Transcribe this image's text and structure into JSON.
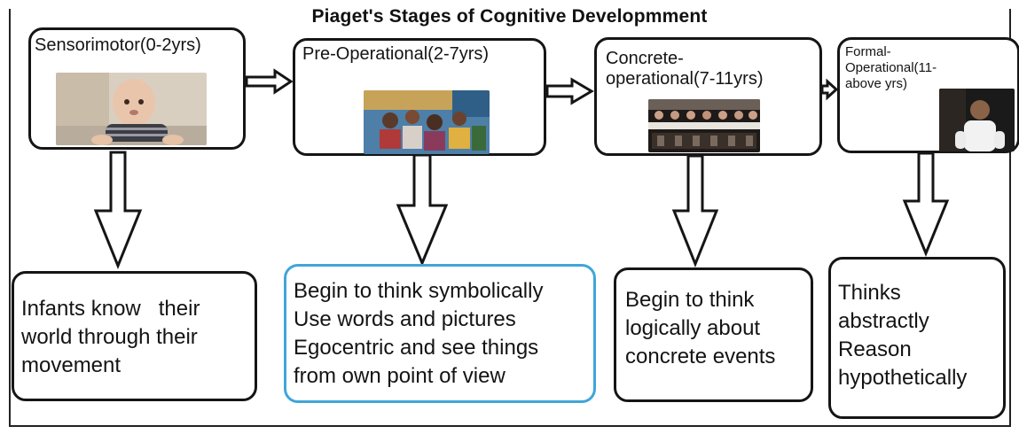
{
  "title": "Piaget's Stages of Cognitive Developmment",
  "stages": [
    {
      "label": "Sensorimotor(0-2yrs)",
      "photo": "infant-photo",
      "desc": [
        "Infants know   their",
        "world through their",
        "movement"
      ]
    },
    {
      "label": "Pre-Operational(2-7yrs)",
      "photo": "children-group-photo",
      "desc": [
        "Begin to think symbolically",
        "Use words and pictures",
        "Egocentric and see things",
        "from own point of view"
      ]
    },
    {
      "label": "Concrete-operational(7-11yrs)",
      "label_lines": [
        "Concrete-",
        "operational(7-11yrs)"
      ],
      "photo": "schoolchildren-row-photo",
      "desc": [
        "Begin to think",
        "logically about",
        "concrete events"
      ]
    },
    {
      "label": "Formal-Operational(11-above yrs)",
      "label_lines": [
        "Formal-",
        "Operational(11-",
        "above yrs)"
      ],
      "photo": "adult-person-photo",
      "desc": [
        "Thinks",
        "abstractly",
        "Reason",
        "hypothetically"
      ]
    }
  ],
  "colors": {
    "border": "#151515",
    "highlight_border": "#3fa6d8",
    "background": "#ffffff"
  }
}
